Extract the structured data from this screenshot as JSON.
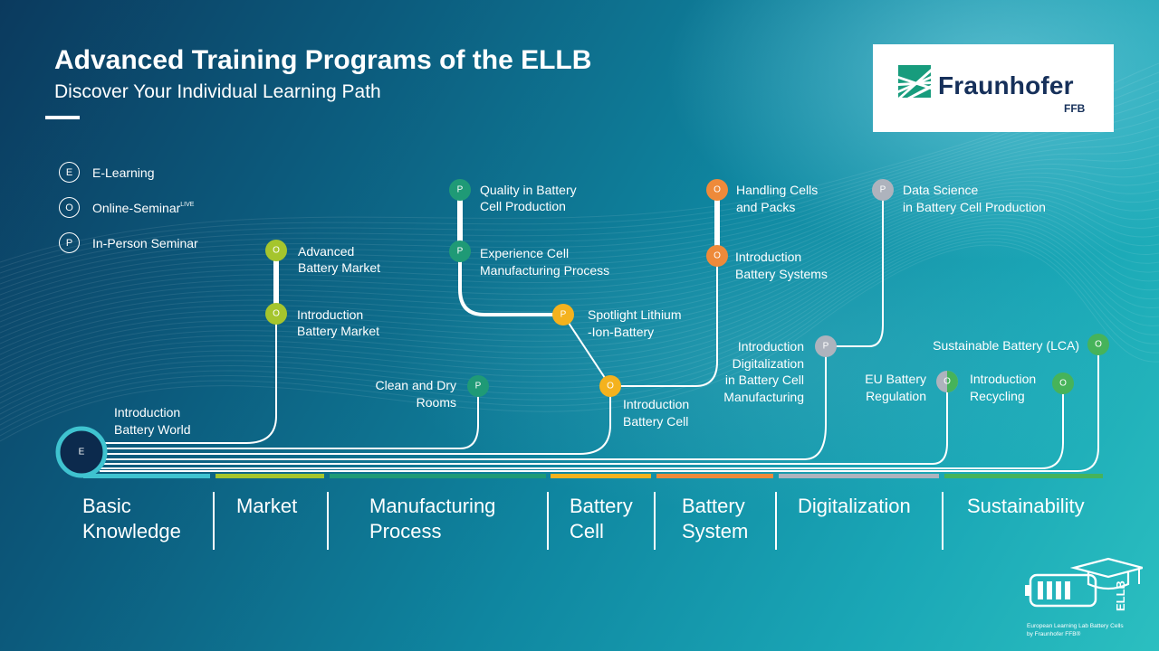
{
  "header": {
    "title": "Advanced Training Programs of the ELLB",
    "subtitle": "Discover Your Individual Learning Path"
  },
  "logo": {
    "name": "Fraunhofer",
    "sub": "FFB"
  },
  "legend": [
    {
      "letter": "E",
      "label": "E-Learning"
    },
    {
      "letter": "O",
      "label": "Online-Seminar",
      "sup": "LIVE"
    },
    {
      "letter": "P",
      "label": "In-Person Seminar"
    }
  ],
  "start_node": {
    "letter": "E",
    "label_1": "Introduction",
    "label_2": "Battery World"
  },
  "courses": [
    {
      "letter": "O",
      "label_1": "Advanced",
      "label_2": "Battery Market",
      "color": "#a5c52d"
    },
    {
      "letter": "O",
      "label_1": "Introduction",
      "label_2": "Battery Market",
      "color": "#a5c52d"
    },
    {
      "letter": "P",
      "label_1": "Quality in Battery",
      "label_2": "Cell Production",
      "color": "#1f9a76"
    },
    {
      "letter": "P",
      "label_1": "Experience Cell",
      "label_2": "Manufacturing Process",
      "color": "#1f9a76"
    },
    {
      "letter": "P",
      "label_1": "Clean and Dry",
      "label_2": "Rooms",
      "color": "#1f9a76"
    },
    {
      "letter": "P",
      "label_1": "Spotlight Lithium",
      "label_2": "-Ion-Battery",
      "color": "#f4b21e"
    },
    {
      "letter": "O",
      "label_1": "Introduction",
      "label_2": "Battery Cell",
      "color": "#f4b21e"
    },
    {
      "letter": "O",
      "label_1": "Handling Cells",
      "label_2": "and Packs",
      "color": "#ee8a3a"
    },
    {
      "letter": "O",
      "label_1": "Introduction",
      "label_2": "Battery Systems",
      "color": "#ee8a3a"
    },
    {
      "letter": "P",
      "label_1": "Data Science",
      "label_2": "in Battery Cell Production",
      "color": "#aeb3bd"
    },
    {
      "letter": "P",
      "label_1": "Introduction",
      "label_2": "Digitalization",
      "label_3": "in Battery Cell",
      "label_4": "Manufacturing",
      "color": "#aeb3bd"
    },
    {
      "letter": "O",
      "label_1": "EU Battery",
      "label_2": "Regulation",
      "color": "#aeb3bd"
    },
    {
      "letter": "O",
      "label_1": "Introduction",
      "label_2": "Recycling",
      "color": "#46b35a"
    },
    {
      "letter": "O",
      "label_1": "Sustainable Battery (LCA)",
      "color": "#46b35a"
    }
  ],
  "categories": [
    {
      "line_1": "Basic",
      "line_2": "Knowledge",
      "color": "#3fc3d0"
    },
    {
      "line_1": "Market",
      "line_2": "",
      "color": "#a5c52d"
    },
    {
      "line_1": "Manufacturing",
      "line_2": "Process",
      "color": "#1f9a76"
    },
    {
      "line_1": "Battery",
      "line_2": "Cell",
      "color": "#f4b21e"
    },
    {
      "line_1": "Battery",
      "line_2": "System",
      "color": "#ee8a3a"
    },
    {
      "line_1": "Digitalization",
      "line_2": "",
      "color": "#aeb3bd"
    },
    {
      "line_1": "Sustainability",
      "line_2": "",
      "color": "#46b35a"
    }
  ],
  "ellb_badge": {
    "letters": "ELLB",
    "caption_1": "European Learning Lab Battery Cells",
    "caption_2": "by Fraunhofer FFB®"
  }
}
